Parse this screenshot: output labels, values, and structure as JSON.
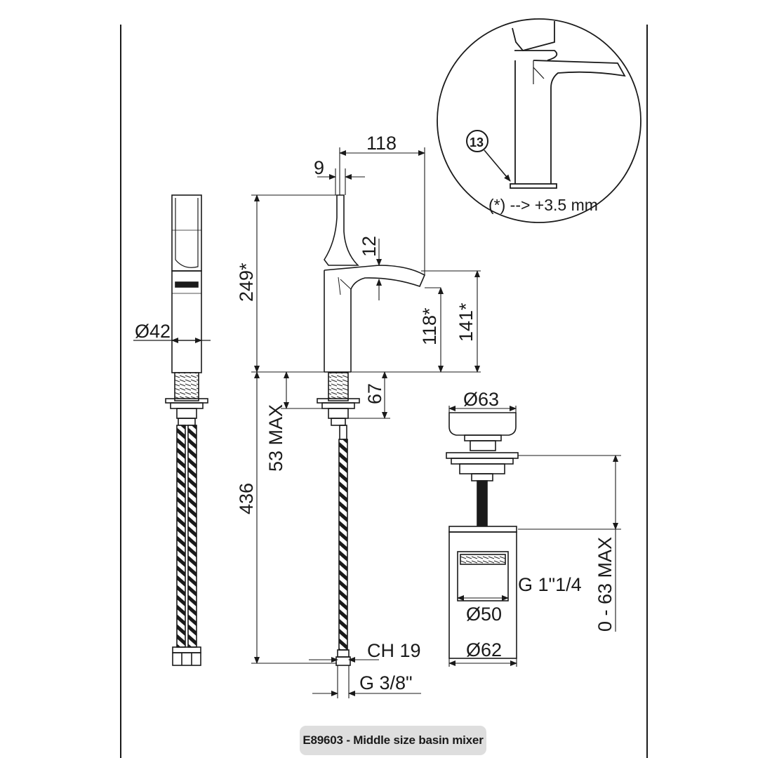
{
  "caption": "E89603 - Middle size basin mixer",
  "callout": {
    "number": "13",
    "note": "(*) --> +3.5 mm"
  },
  "side_view": {
    "diameter": "Ø42"
  },
  "front_view": {
    "spout_reach": "118",
    "lever_offset": "9",
    "height_total": "249*",
    "spout_gap": "12",
    "outlet_height": "118*",
    "spout_height": "141*",
    "thread_length": "67",
    "deck_thickness": "53 MAX",
    "hose_length": "436",
    "wrench_size": "CH 19",
    "hose_connection": "G 3/8\""
  },
  "waste_view": {
    "cap_diameter": "Ø63",
    "thread": "G 1\"1/4",
    "body_diameter": "Ø50",
    "base_diameter": "Ø62",
    "adjustment": "0 - 63 MAX"
  }
}
